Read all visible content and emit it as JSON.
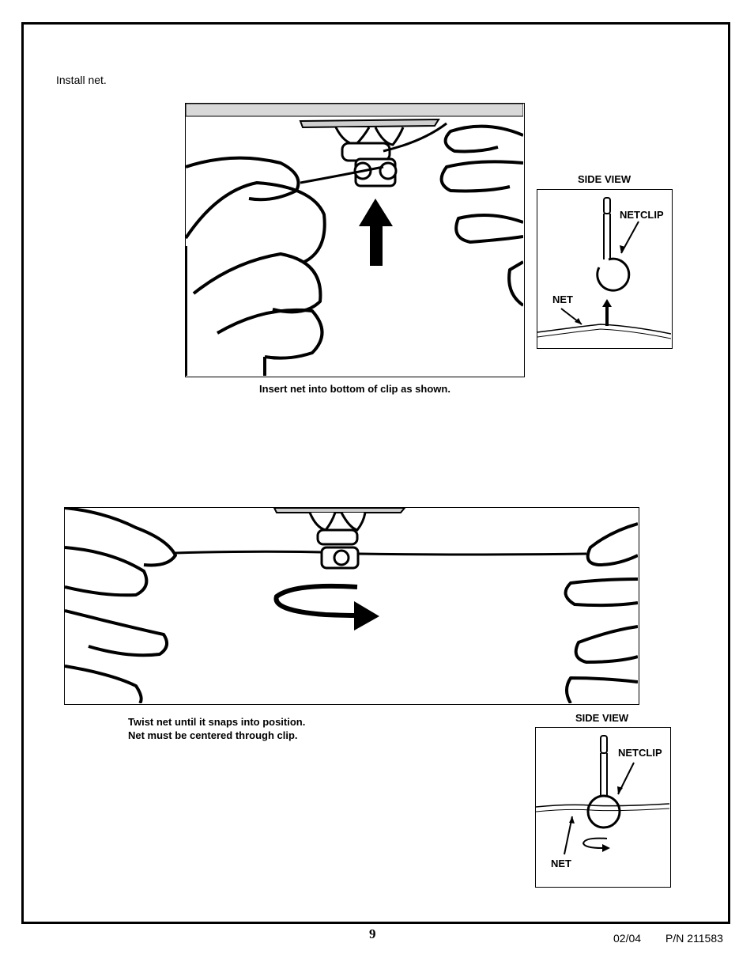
{
  "intro": "Install net.",
  "step1": {
    "caption": "Insert net into bottom of clip as shown.",
    "side_view": {
      "title": "SIDE VIEW",
      "clip_label": "NETCLIP",
      "net_label": "NET"
    }
  },
  "step2": {
    "caption_line1": "Twist net until it snaps into position.",
    "caption_line2": "Net must be centered through clip.",
    "side_view": {
      "title": "SIDE VIEW",
      "clip_label": "NETCLIP",
      "net_label": "NET"
    }
  },
  "footer": {
    "page_number": "9",
    "date": "02/04",
    "part_number": "P/N 211583"
  },
  "icons": [
    "hands-illustration",
    "up-arrow-icon",
    "twist-arrow-icon",
    "netclip-icon"
  ]
}
